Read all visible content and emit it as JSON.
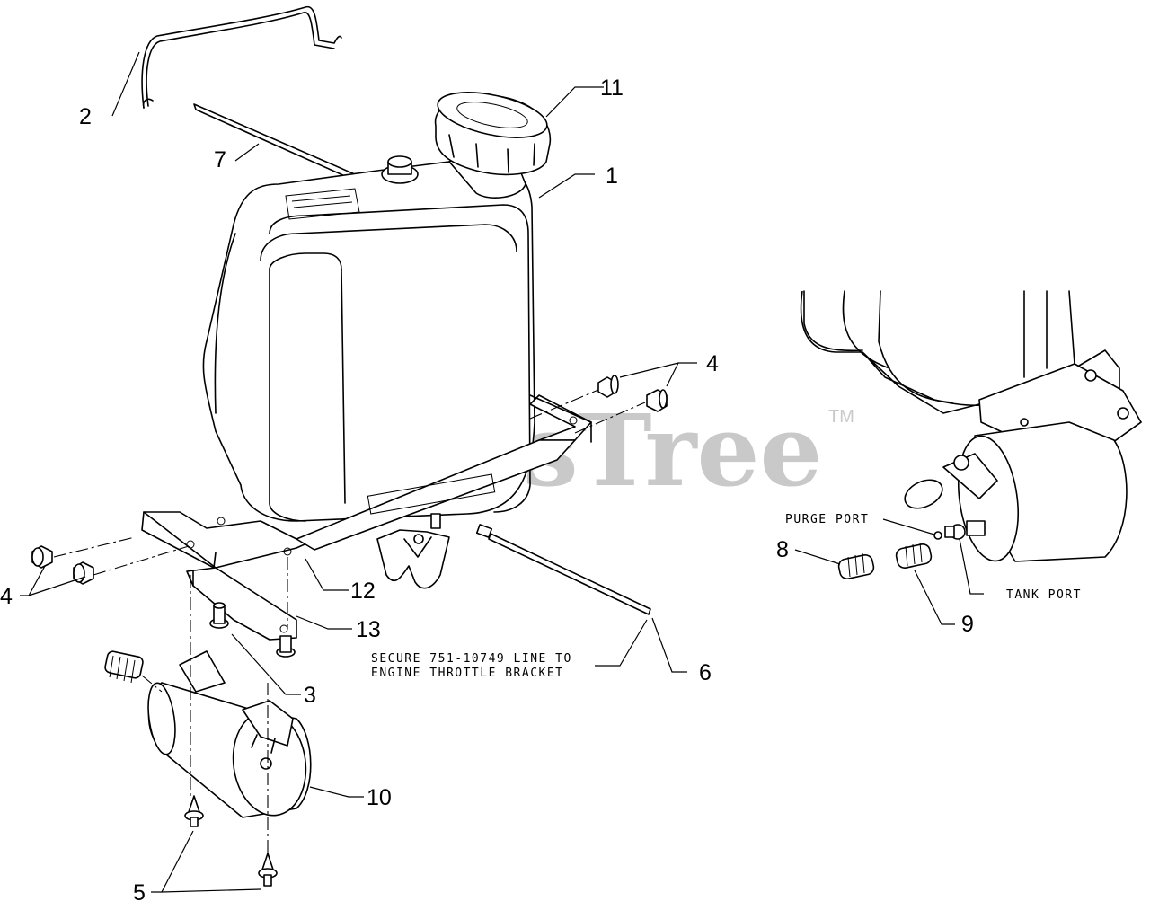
{
  "watermark": {
    "brand": "PartsTree",
    "trademark": "TM"
  },
  "callouts": {
    "c1": "1",
    "c2": "2",
    "c3": "3",
    "c4a": "4",
    "c4b": "4",
    "c5": "5",
    "c6": "6",
    "c7": "7",
    "c8": "8",
    "c9": "9",
    "c10": "10",
    "c11": "11",
    "c12": "12",
    "c13": "13"
  },
  "notes": {
    "secure_line1": "SECURE 751-10749 LINE TO",
    "secure_line2": "ENGINE THROTTLE BRACKET",
    "purge_port": "PURGE PORT",
    "tank_port": "TANK PORT"
  }
}
